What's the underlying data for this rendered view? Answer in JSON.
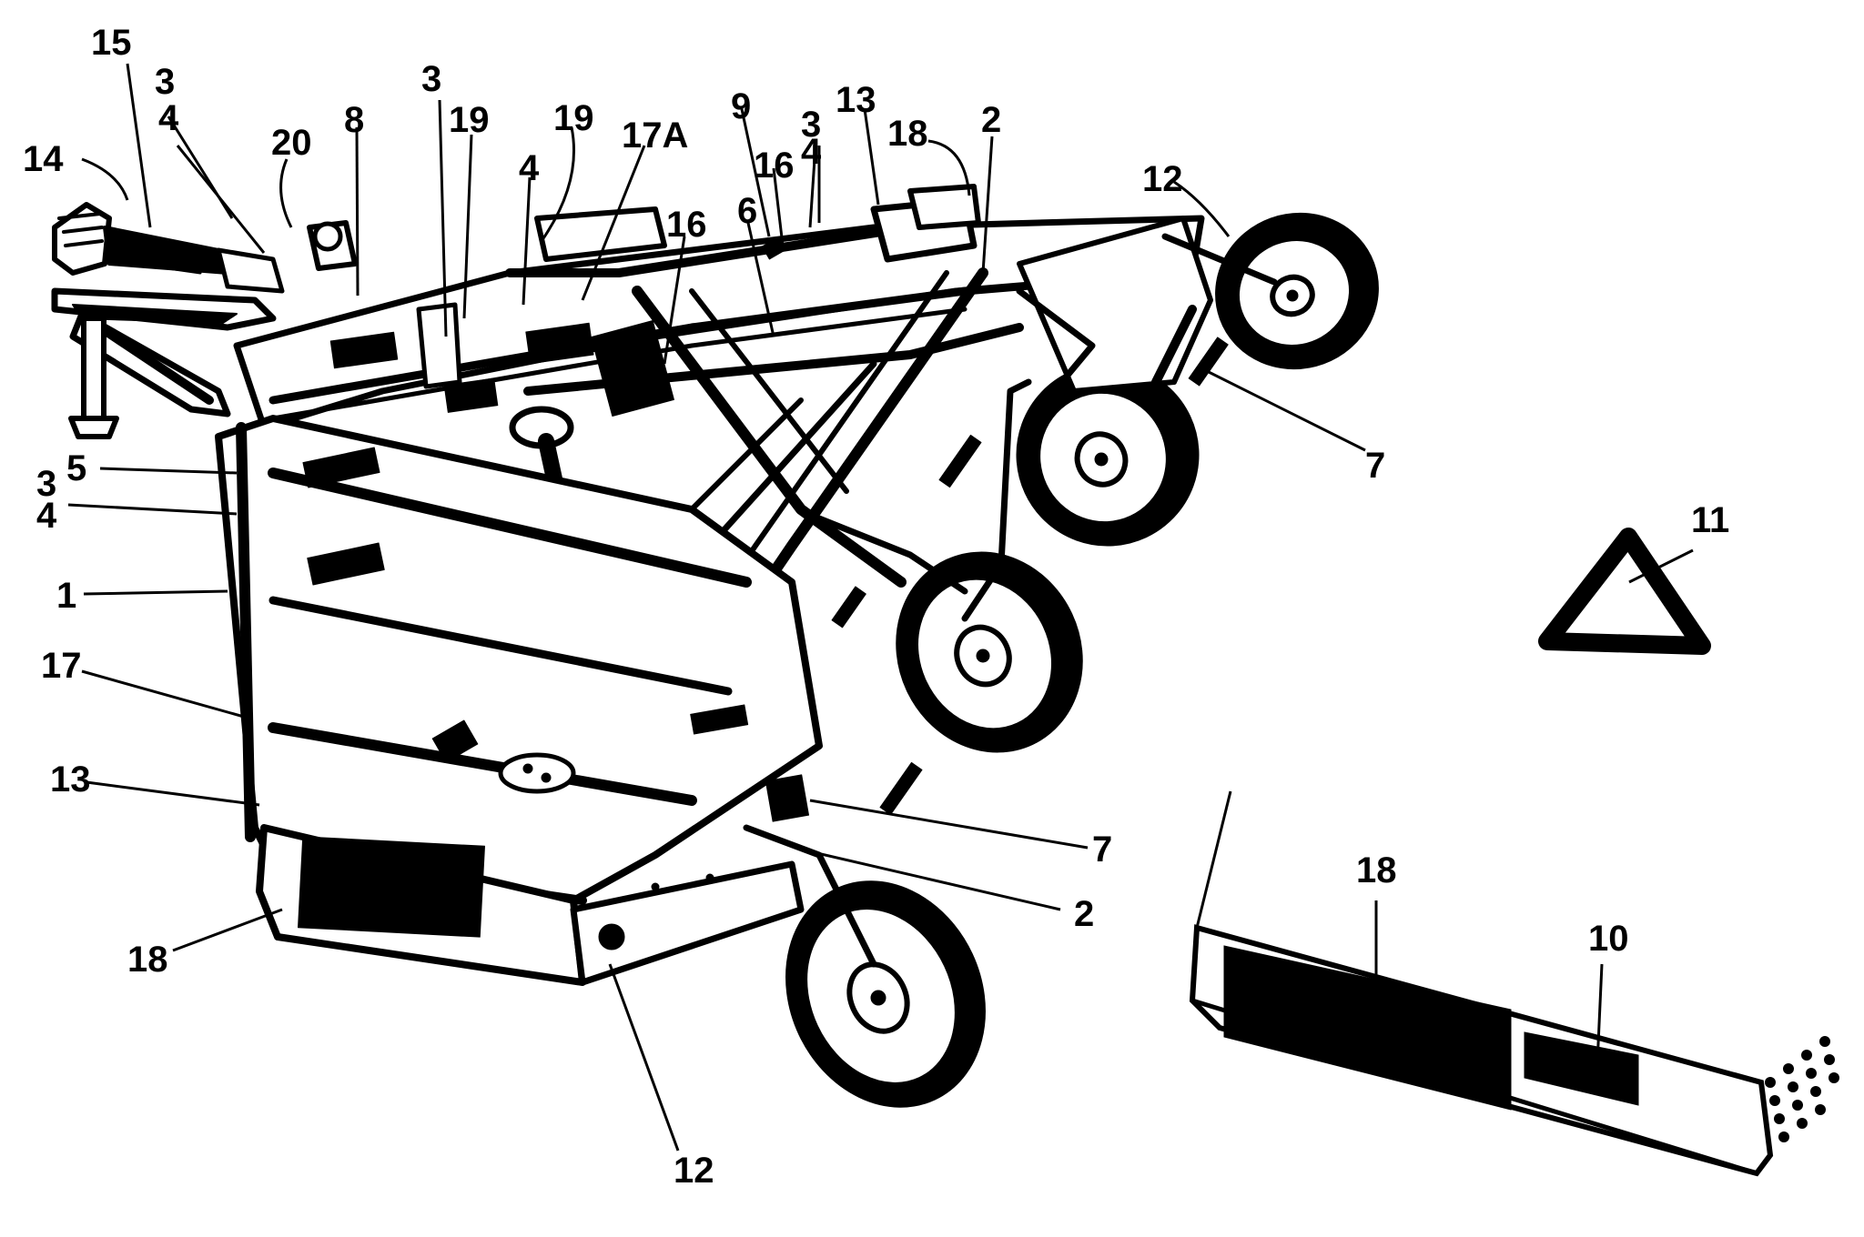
{
  "callouts": [
    {
      "id": "c15",
      "text": "15"
    },
    {
      "id": "c3a",
      "text": "3"
    },
    {
      "id": "c4a",
      "text": "4"
    },
    {
      "id": "c14",
      "text": "14"
    },
    {
      "id": "c20",
      "text": "20"
    },
    {
      "id": "c8",
      "text": "8"
    },
    {
      "id": "c3b",
      "text": "3"
    },
    {
      "id": "c19a",
      "text": "19"
    },
    {
      "id": "c19b",
      "text": "19"
    },
    {
      "id": "c4b",
      "text": "4"
    },
    {
      "id": "c17a",
      "text": "17A"
    },
    {
      "id": "c9",
      "text": "9"
    },
    {
      "id": "c16a",
      "text": "16"
    },
    {
      "id": "c3c",
      "text": "3"
    },
    {
      "id": "c4c",
      "text": "4"
    },
    {
      "id": "c13a",
      "text": "13"
    },
    {
      "id": "c18a",
      "text": "18"
    },
    {
      "id": "c2a",
      "text": "2"
    },
    {
      "id": "c12a",
      "text": "12"
    },
    {
      "id": "c16b",
      "text": "16"
    },
    {
      "id": "c6",
      "text": "6"
    },
    {
      "id": "c7a",
      "text": "7"
    },
    {
      "id": "c5",
      "text": "5"
    },
    {
      "id": "c3d",
      "text": "3"
    },
    {
      "id": "c4d",
      "text": "4"
    },
    {
      "id": "c1",
      "text": "1"
    },
    {
      "id": "c11",
      "text": "11"
    },
    {
      "id": "c17",
      "text": "17"
    },
    {
      "id": "c13b",
      "text": "13"
    },
    {
      "id": "c7b",
      "text": "7"
    },
    {
      "id": "c2b",
      "text": "2"
    },
    {
      "id": "c18b",
      "text": "18"
    },
    {
      "id": "c12b",
      "text": "12"
    },
    {
      "id": "c18c",
      "text": "18"
    },
    {
      "id": "c10",
      "text": "10"
    }
  ]
}
